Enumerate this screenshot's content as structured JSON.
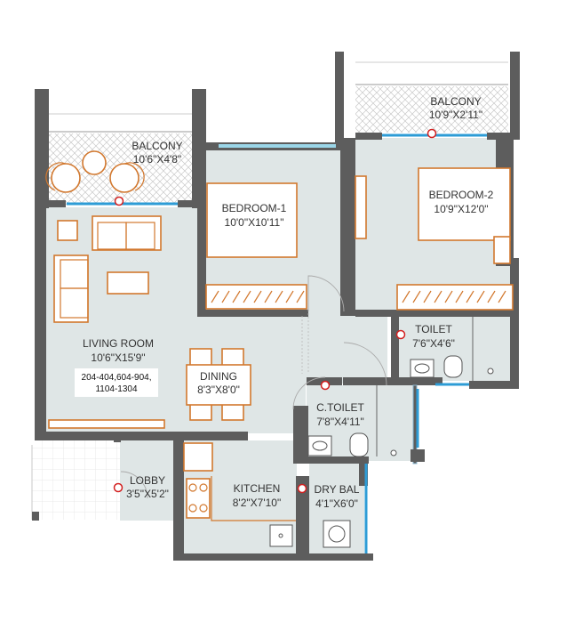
{
  "colors": {
    "wall": "#5d5d5d",
    "floor": "#dfe6e6",
    "furniture_outline": "#d2782e",
    "window_glass": "#2d9cd6",
    "marker": "#d32020"
  },
  "icons": [
    "wardrobe-icon",
    "sofa-icon",
    "dining-table-icon",
    "toilet-icon",
    "washbasin-icon",
    "stove-icon",
    "sink-icon",
    "washing-machine-icon",
    "entrance-marker-icon"
  ],
  "rooms": {
    "balcony_living": {
      "name": "BALCONY",
      "size": "10'6\"X4'8\""
    },
    "balcony_bed2": {
      "name": "BALCONY",
      "size": "10'9\"X2'11\""
    },
    "bedroom1": {
      "name": "BEDROOM-1",
      "size": "10'0\"X10'11\""
    },
    "bedroom2": {
      "name": "BEDROOM-2",
      "size": "10'9\"X12'0\""
    },
    "living": {
      "name": "LIVING ROOM",
      "size": "10'6\"X15'9\""
    },
    "dining": {
      "name": "DINING",
      "size": "8'3\"X8'0\""
    },
    "toilet": {
      "name": "TOILET",
      "size": "7'6\"X4'6\""
    },
    "c_toilet": {
      "name": "C.TOILET",
      "size": "7'8\"X4'11\""
    },
    "lobby": {
      "name": "LOBBY",
      "size": "3'5\"X5'2\""
    },
    "kitchen": {
      "name": "KITCHEN",
      "size": "8'2\"X7'10\""
    },
    "dry_bal": {
      "name": "DRY BAL",
      "size": "4'1\"X6'0\""
    }
  },
  "unit_note": {
    "line1": "204-404,604-904,",
    "line2": "1104-1304"
  }
}
